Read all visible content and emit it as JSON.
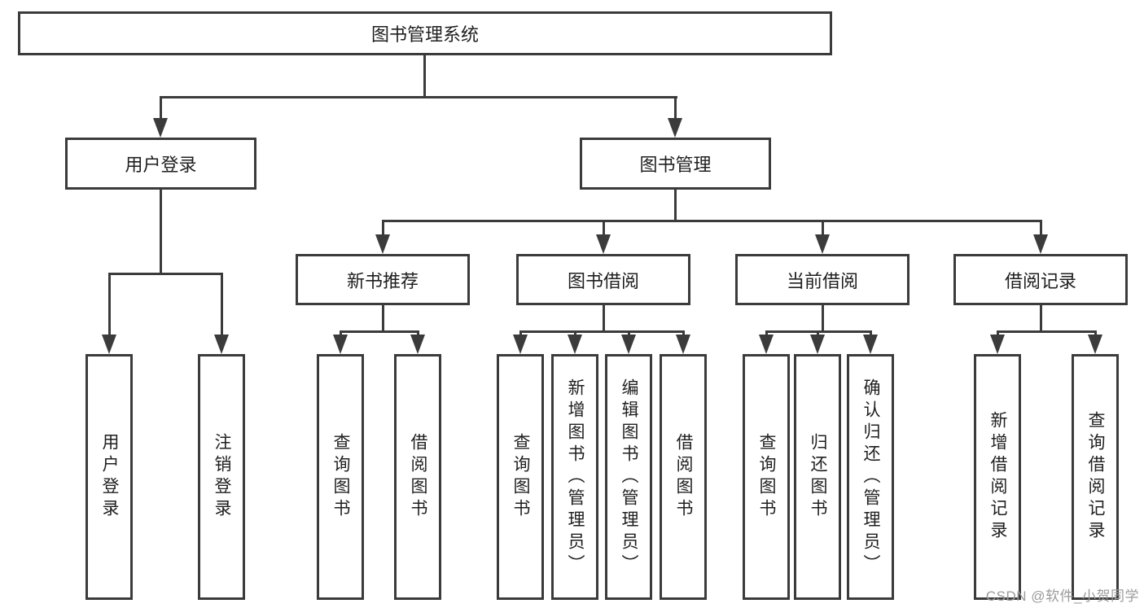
{
  "diagram": {
    "root": {
      "label": "图书管理系统",
      "children": [
        {
          "label": "用户登录",
          "children": [
            {
              "label": "用户登录"
            },
            {
              "label": "注销登录"
            }
          ]
        },
        {
          "label": "图书管理",
          "children": [
            {
              "label": "新书推荐",
              "children": [
                {
                  "label": "查询图书"
                },
                {
                  "label": "借阅图书"
                }
              ]
            },
            {
              "label": "图书借阅",
              "children": [
                {
                  "label": "查询图书"
                },
                {
                  "label": "新增图书（管理员）"
                },
                {
                  "label": "编辑图书（管理员）"
                },
                {
                  "label": "借阅图书"
                }
              ]
            },
            {
              "label": "当前借阅",
              "children": [
                {
                  "label": "查询图书"
                },
                {
                  "label": "归还图书"
                },
                {
                  "label": "确认归还（管理员）"
                }
              ]
            },
            {
              "label": "借阅记录",
              "children": [
                {
                  "label": "新增借阅记录"
                },
                {
                  "label": "查询借阅记录"
                }
              ]
            }
          ]
        }
      ]
    }
  },
  "watermark": {
    "text": "CSDN @软件_小贺同学"
  },
  "colors": {
    "line": "#3b3b3b",
    "text": "#1f1f1f",
    "watermark": "#9b9b9b",
    "background": "#ffffff"
  }
}
